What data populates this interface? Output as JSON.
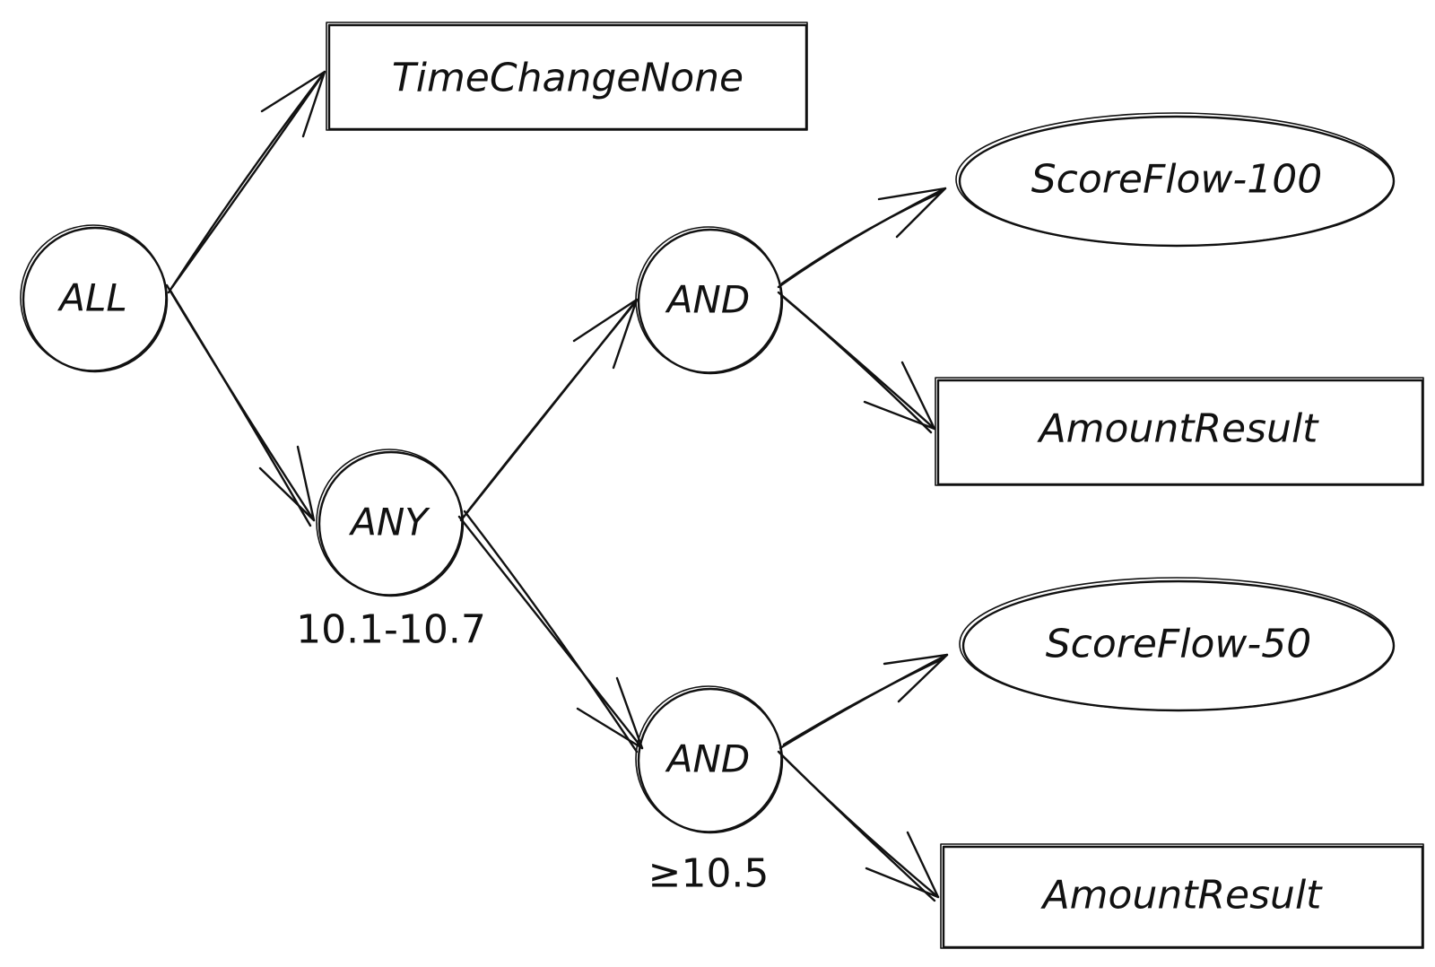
{
  "nodes": {
    "all": {
      "label": "ALL"
    },
    "any": {
      "label": "ANY",
      "annotation": "10.1-10.7"
    },
    "and_top": {
      "label": "AND"
    },
    "and_bottom": {
      "label": "AND",
      "annotation": "≥10.5"
    },
    "time_change_none": {
      "label": "TimeChangeNone"
    },
    "score_flow_100": {
      "label": "ScoreFlow-100"
    },
    "amount_result_top": {
      "label": "AmountResult"
    },
    "score_flow_50": {
      "label": "ScoreFlow-50"
    },
    "amount_result_bottom": {
      "label": "AmountResult"
    }
  },
  "edges": [
    {
      "from": "ALL",
      "to": "TimeChangeNone"
    },
    {
      "from": "ALL",
      "to": "ANY"
    },
    {
      "from": "ANY",
      "to": "AND (top)"
    },
    {
      "from": "ANY",
      "to": "AND (bottom)"
    },
    {
      "from": "AND (top)",
      "to": "ScoreFlow-100"
    },
    {
      "from": "AND (top)",
      "to": "AmountResult (top)"
    },
    {
      "from": "AND (bottom)",
      "to": "ScoreFlow-50"
    },
    {
      "from": "AND (bottom)",
      "to": "AmountResult (bottom)"
    }
  ],
  "colors": {
    "stroke": "#111111",
    "background": "#ffffff"
  }
}
